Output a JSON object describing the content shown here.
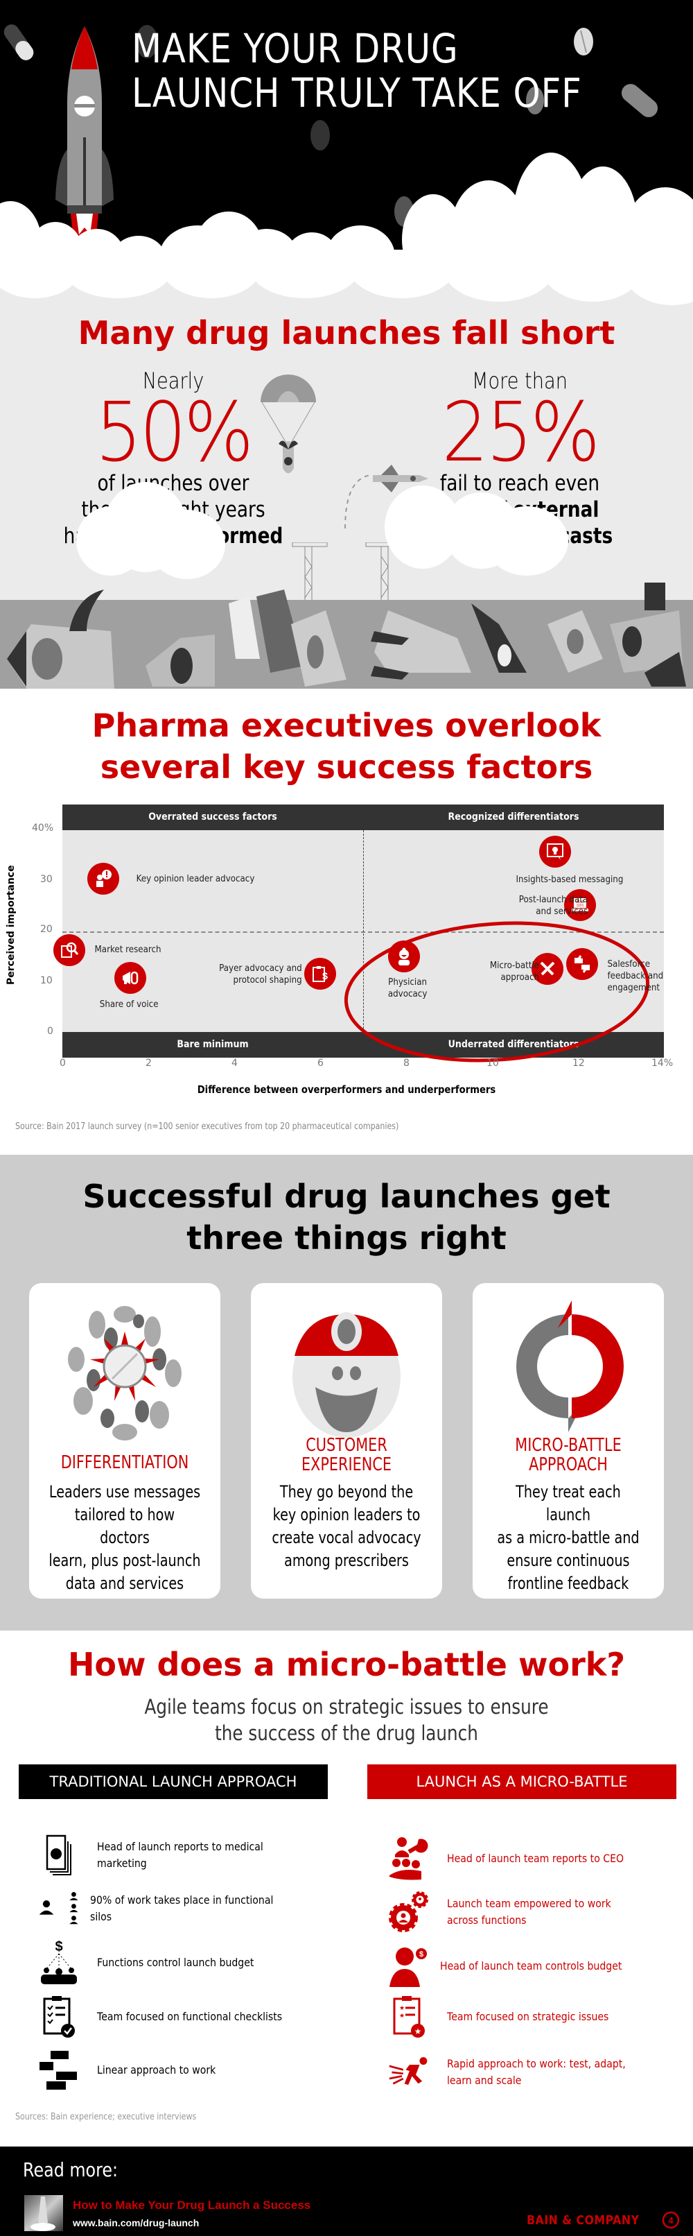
{
  "hero": {
    "title_line1": "MAKE YOUR DRUG",
    "title_line2": "LAUNCH TRULY TAKE OFF"
  },
  "fall_short": {
    "heading": "Many drug launches fall short",
    "left": {
      "pre": "Nearly",
      "stat": "50%",
      "line1": "of launches over",
      "line2": "the past eight years",
      "line3_plain": "have ",
      "line3_bold": "underperformed"
    },
    "right": {
      "pre": "More than",
      "stat": "25%",
      "line1": "fail to reach even",
      "line2_bold": "half of external",
      "line3_bold": "revenue forecasts"
    }
  },
  "factors": {
    "heading_line1": "Pharma executives overlook",
    "heading_line2": "several key success factors",
    "source": "Source: Bain 2017 launch survey (n=100 senior executives from top 20 pharmaceutical companies)"
  },
  "chart_data": {
    "type": "scatter",
    "title": "Pharma executives overlook several key success factors",
    "xlabel": "Difference between overperformers and underperformers",
    "ylabel": "Perceived importance",
    "xlim": [
      0,
      14
    ],
    "ylim": [
      0,
      40
    ],
    "x_ticks": [
      "0",
      "2",
      "4",
      "6",
      "8",
      "10",
      "12",
      "14%"
    ],
    "y_ticks": [
      "0",
      "10",
      "20",
      "30",
      "40%"
    ],
    "quadrant_divider_x": 7,
    "quadrant_divider_y": 20,
    "quadrants": {
      "top_left": "Overrated success factors",
      "top_right": "Recognized differentiators",
      "bottom_left": "Bare minimum",
      "bottom_right": "Underrated differentiators"
    },
    "points": [
      {
        "label": "Key opinion leader advocacy",
        "x": 0.95,
        "y": 30
      },
      {
        "label": "Insights-based messaging",
        "x": 11.4,
        "y": 35
      },
      {
        "label": "Post-launch data and services",
        "x": 12.0,
        "y": 25
      },
      {
        "label": "Market research",
        "x": 0.2,
        "y": 16
      },
      {
        "label": "Share of voice",
        "x": 1.6,
        "y": 10.5
      },
      {
        "label": "Payer advocacy and protocol shaping",
        "x": 6.0,
        "y": 11.5
      },
      {
        "label": "Physician advocacy",
        "x": 7.9,
        "y": 15
      },
      {
        "label": "Micro-battle approach",
        "x": 11.3,
        "y": 12.5
      },
      {
        "label": "Salesforce feedback and engagement",
        "x": 12.1,
        "y": 13.5
      }
    ],
    "annotation": "Red ellipse highlighting Physician advocacy, Micro-battle approach, Salesforce feedback and engagement",
    "grid": false
  },
  "three": {
    "heading_line1": "Successful drug launches get",
    "heading_line2": "three things right",
    "cards": [
      {
        "title_line1": "DIFFERENTIATION",
        "title_line2": "",
        "desc": [
          "Leaders use messages",
          "tailored to how doctors",
          "learn, plus post-launch",
          "data and services"
        ]
      },
      {
        "title_line1": "CUSTOMER",
        "title_line2": "EXPERIENCE",
        "desc": [
          "They go beyond the",
          "key opinion leaders to",
          "create vocal advocacy",
          "among prescribers"
        ]
      },
      {
        "title_line1": "MICRO-BATTLE",
        "title_line2": "APPROACH",
        "desc": [
          "They treat each launch",
          "as a micro-battle and",
          "ensure continuous",
          "frontline feedback"
        ]
      }
    ]
  },
  "micro": {
    "heading": "How does a micro-battle work?",
    "sub_line1": "Agile teams focus on strategic issues to ensure",
    "sub_line2": "the success of the drug launch",
    "traditional_header": "TRADITIONAL LAUNCH APPROACH",
    "battle_header": "LAUNCH AS A MICRO-BATTLE",
    "traditional": [
      {
        "icon": "report-icon",
        "line1": "Head of launch reports to medical",
        "line2": "marketing"
      },
      {
        "icon": "silos-icon",
        "line1": "90% of work takes place in functional",
        "line2": "silos"
      },
      {
        "icon": "budget-functions-icon",
        "line1": "Functions control launch budget",
        "line2": ""
      },
      {
        "icon": "checklist-icon",
        "line1": "Team focused on functional checklists",
        "line2": ""
      },
      {
        "icon": "linear-icon",
        "line1": "Linear approach to work",
        "line2": ""
      }
    ],
    "battle": [
      {
        "icon": "ceo-report-icon",
        "line1": "Head of launch team reports to CEO",
        "line2": ""
      },
      {
        "icon": "gears-icon",
        "line1": "Launch team empowered to work",
        "line2": "across functions"
      },
      {
        "icon": "head-budget-icon",
        "line1": "Head of launch team controls budget",
        "line2": ""
      },
      {
        "icon": "strategic-clipboard-icon",
        "line1": "Team focused on strategic issues",
        "line2": ""
      },
      {
        "icon": "runner-icon",
        "line1": "Rapid approach to work: test, adapt,",
        "line2": "learn and scale"
      }
    ],
    "source": "Sources: Bain experience; executive interviews"
  },
  "footer": {
    "read_more": "Read more:",
    "link_title": "How to Make Your Drug Launch a Success",
    "link_url": "www.bain.com/drug-launch",
    "brand": "BAIN & COMPANY"
  },
  "colors": {
    "accent": "#cc0000",
    "dark": "#333333",
    "plot_bg": "#e7e7e8",
    "band_gray": "#cccccc"
  }
}
